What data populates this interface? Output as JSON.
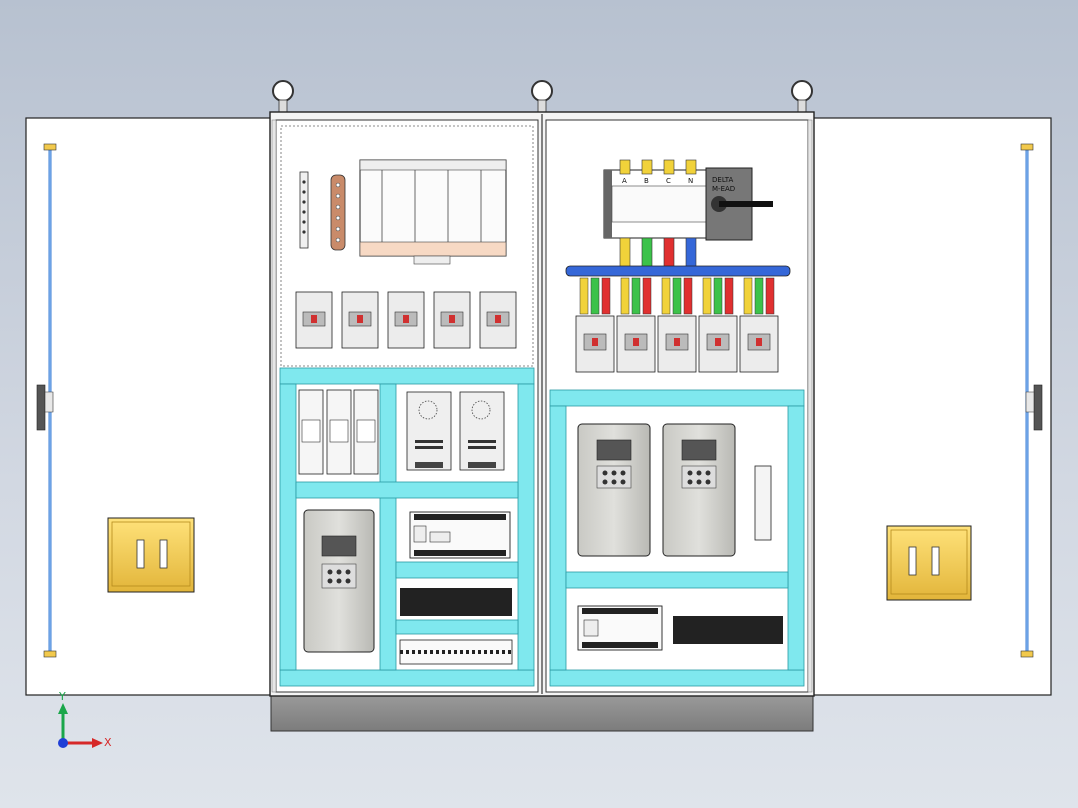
{
  "model": {
    "busbar_phase_labels": [
      "A",
      "B",
      "C",
      "N"
    ],
    "switch_label_line1": "DELTA",
    "switch_label_line2": "M-EAD",
    "axes": {
      "x": "X",
      "y": "Y"
    }
  },
  "colors": {
    "background": "#c7cfdb",
    "cabinet_white": "#ffffff",
    "mounting_rail": "#7fe8ee",
    "door_handle": "#f2c94c",
    "door_rod": "#4a90e2",
    "busbar_yellow": "#f1d23a",
    "busbar_green": "#3cc24a",
    "busbar_red": "#e03030",
    "busbar_blue": "#3567d8",
    "base_plinth": "#8c8c8c"
  },
  "icons": [
    "eyebolt-icon",
    "circuit-breaker-icon",
    "vfd-drive-icon",
    "plc-module-icon",
    "terminal-block-icon",
    "axis-triad-icon"
  ]
}
